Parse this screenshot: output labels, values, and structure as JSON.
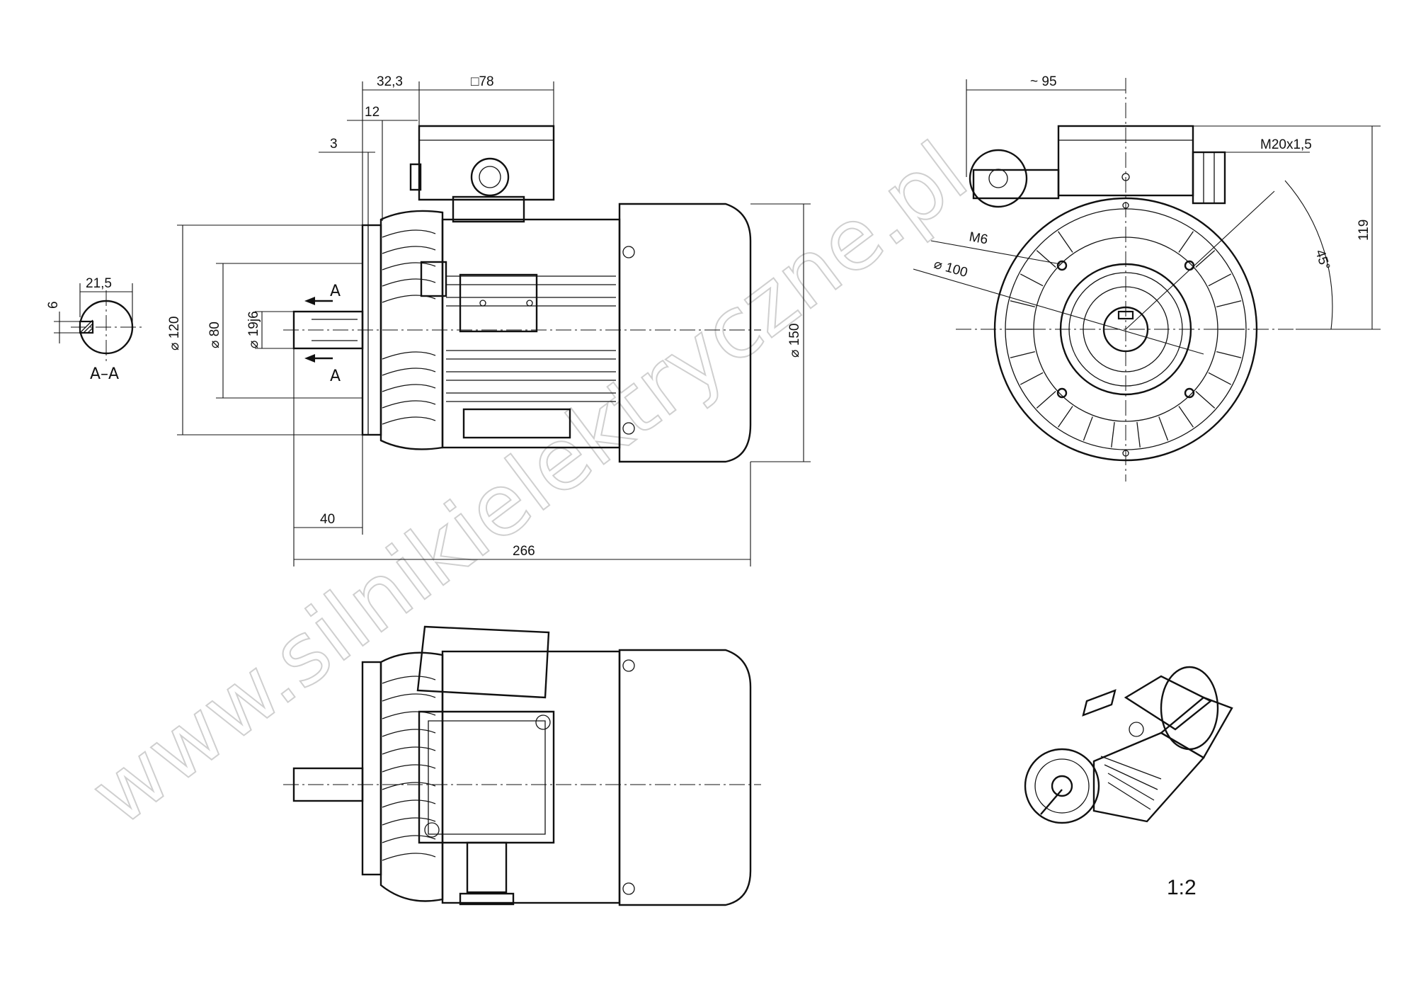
{
  "dimensions": {
    "d_32_3": "32,3",
    "d_sq78": "□78",
    "d_12": "12",
    "d_3": "3",
    "d_6": "6",
    "d_21_5": "21,5",
    "d_120": "⌀ 120",
    "d_80": "⌀ 80",
    "d_19j6": "⌀ 19j6",
    "d_150": "⌀ 150",
    "d_40": "40",
    "d_266": "266",
    "d_95": "~ 95",
    "d_m20": "M20x1,5",
    "d_m6": "M6",
    "d_100": "⌀ 100",
    "d_45": "45°",
    "d_119": "119"
  },
  "section": {
    "marker_a": "A",
    "label": "A–A"
  },
  "scale_label": "1:2",
  "watermark": "www.silnikielektryczne.pl"
}
